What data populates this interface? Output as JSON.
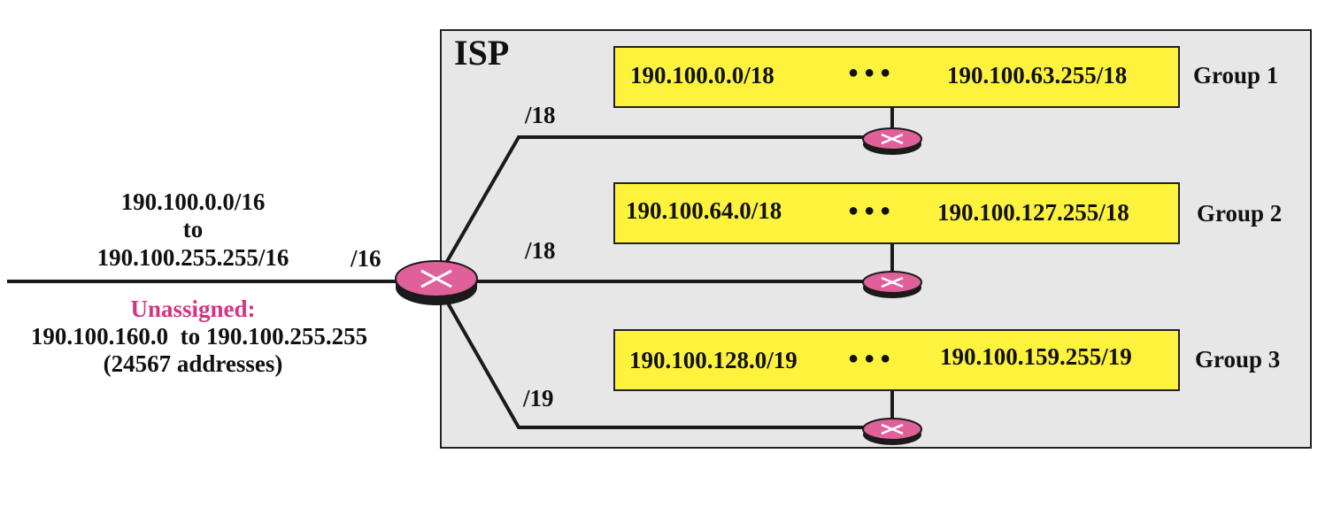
{
  "isp": {
    "label": "ISP"
  },
  "block": {
    "start": "190.100.0.0/16",
    "to": "to",
    "end": "190.100.255.255/16",
    "prefix": "/16"
  },
  "unassigned": {
    "title": "Unassigned:",
    "range": "190.100.160.0  to 190.100.255.255",
    "count": "(24567 addresses)",
    "color": "#d63384"
  },
  "groups": [
    {
      "start": "190.100.0.0/18",
      "dots": "●●●",
      "end": "190.100.63.255/18",
      "label": "Group 1",
      "prefix": "/18"
    },
    {
      "start": "190.100.64.0/18",
      "dots": "●●●",
      "end": "190.100.127.255/18",
      "label": "Group 2",
      "prefix": "/18"
    },
    {
      "start": "190.100.128.0/19",
      "dots": "●●●",
      "end": "190.100.159.255/19",
      "label": "Group 3",
      "prefix": "/19"
    }
  ],
  "colors": {
    "router": "#e0609a",
    "box": "#fdf33d",
    "isp_bg": "#e7e7e7"
  }
}
